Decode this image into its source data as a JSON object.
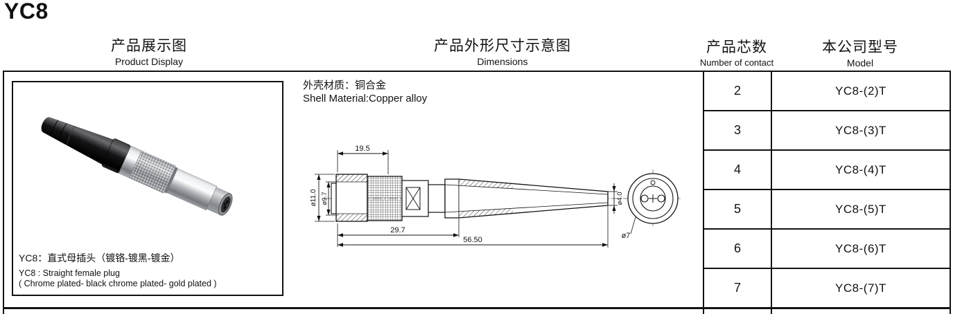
{
  "title": "YC8",
  "columns": {
    "display": {
      "zh": "产品展示图",
      "en": "Product Display"
    },
    "dimensions": {
      "zh": "产品外形尺寸示意图",
      "en": "Dimensions"
    },
    "contacts": {
      "zh": "产品芯数",
      "en": "Number of contact"
    },
    "model": {
      "zh": "本公司型号",
      "en": "Model"
    }
  },
  "product": {
    "caption_zh": "YC8：直式母插头（镀铬-镀黑-镀金）",
    "caption_en": "YC8 : Straight female plug",
    "caption_en2": "( Chrome plated- black chrome plated- gold plated )"
  },
  "drawing": {
    "material_zh": "外壳材质：铜合金",
    "material_en": "Shell Material:Copper alloy",
    "dim_front_length": "19.5",
    "dim_dia_outer": "ø11.0",
    "dim_dia_inner": "ø9.7",
    "dim_body_length": "29.7",
    "dim_total_length": "56.50",
    "dim_dia_cable": "ø4.0",
    "dim_dia_face": "ø7"
  },
  "table": {
    "rows": [
      {
        "contacts": "2",
        "model": "YC8-(2)T"
      },
      {
        "contacts": "3",
        "model": "YC8-(3)T"
      },
      {
        "contacts": "4",
        "model": "YC8-(4)T"
      },
      {
        "contacts": "5",
        "model": "YC8-(5)T"
      },
      {
        "contacts": "6",
        "model": "YC8-(6)T"
      },
      {
        "contacts": "7",
        "model": "YC8-(7)T"
      }
    ]
  }
}
